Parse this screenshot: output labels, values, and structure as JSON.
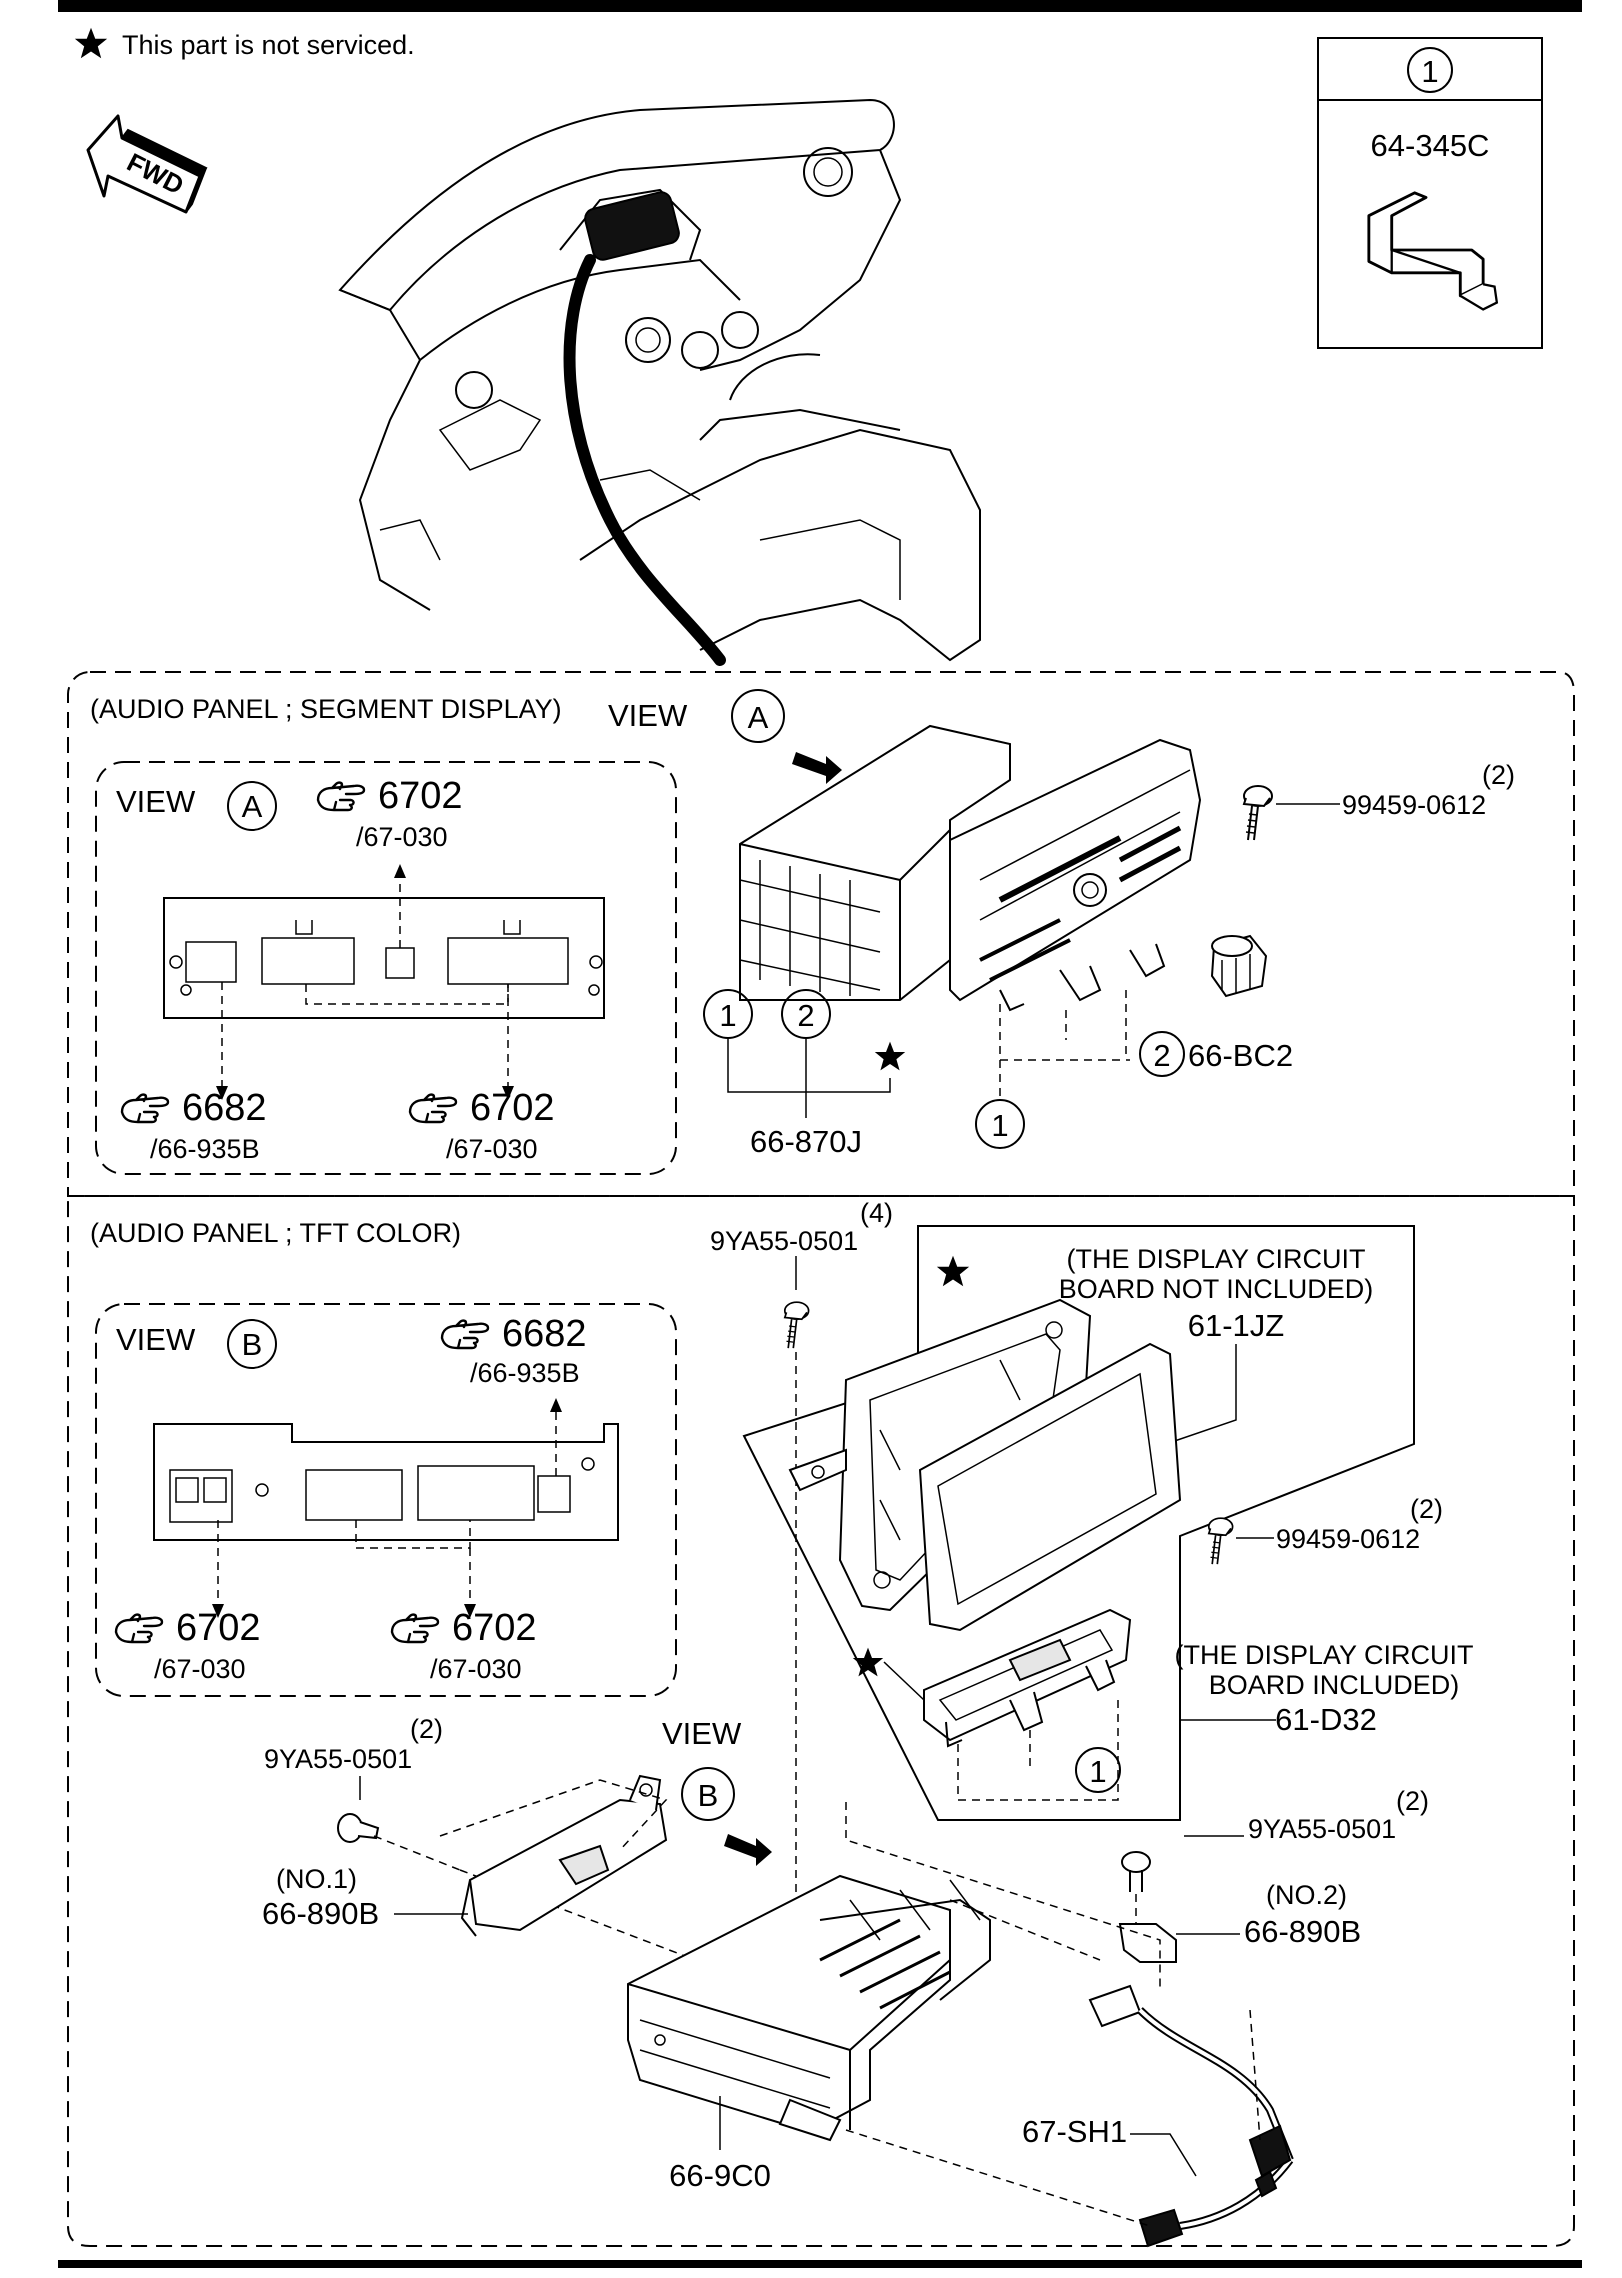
{
  "header": {
    "note": "This part is not serviced.",
    "fwd_label": "FWD"
  },
  "legend": {
    "ref_number": "1",
    "part_number": "64-345C"
  },
  "segment_section": {
    "title": "(AUDIO PANEL ; SEGMENT DISPLAY)",
    "view_word": "VIEW",
    "view_letter": "A",
    "inset": {
      "view_word": "VIEW",
      "view_letter": "A",
      "ref_top_num": "6702",
      "ref_top_sub": "/67-030",
      "ref_left_num": "6682",
      "ref_left_sub": "/66-935B",
      "ref_right_num": "6702",
      "ref_right_sub": "/67-030"
    },
    "callouts": {
      "screw_qty": "(2)",
      "screw_part": "99459-0612",
      "knob_ref": "2",
      "knob_part": "66-BC2",
      "ref_1": "1",
      "ref_2": "2",
      "unit_part": "66-870J",
      "clip_ref": "1"
    }
  },
  "tft_section": {
    "title": "(AUDIO PANEL ; TFT COLOR)",
    "inset": {
      "view_word": "VIEW",
      "view_letter": "B",
      "ref_top_num": "6682",
      "ref_top_sub": "/66-935B",
      "ref_left_num": "6702",
      "ref_left_sub": "/67-030",
      "ref_right_num": "6702",
      "ref_right_sub": "/67-030"
    },
    "view_word": "VIEW",
    "view_letter": "B",
    "callouts": {
      "screw_top_qty": "(4)",
      "screw_top_part": "9YA55-0501",
      "note_not_included_1": "(THE DISPLAY CIRCUIT",
      "note_not_included_2": "BOARD NOT INCLUDED)",
      "display_part": "61-1JZ",
      "screw_right_qty": "(2)",
      "screw_right_part": "99459-0612",
      "note_included_1": "(THE DISPLAY CIRCUIT",
      "note_included_2": "BOARD INCLUDED)",
      "display_included_part": "61-D32",
      "clip_ref": "1",
      "screw_left_qty": "(2)",
      "screw_left_part": "9YA55-0501",
      "bracket1_label": "(NO.1)",
      "bracket1_part": "66-890B",
      "screw_mid_qty": "(2)",
      "screw_mid_part": "9YA55-0501",
      "bracket2_label": "(NO.2)",
      "bracket2_part": "66-890B",
      "harness_part": "67-SH1",
      "amp_part": "66-9C0"
    }
  },
  "icons": [
    "star-icon",
    "fwd-arrow-icon",
    "hand-pointer-icon",
    "circled-number-icon"
  ]
}
